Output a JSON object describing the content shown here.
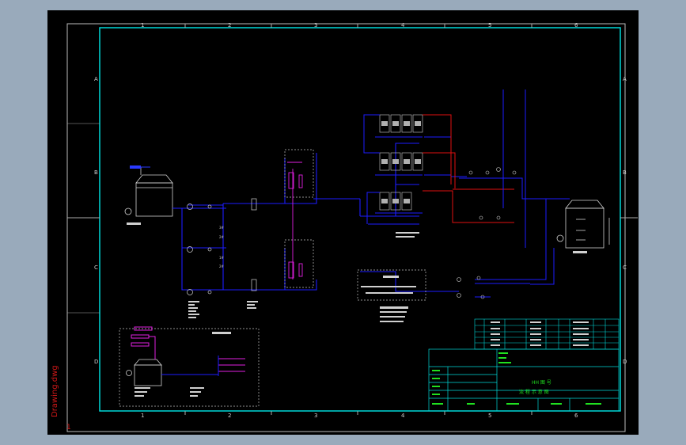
{
  "drawing": {
    "filename": "Drawing.dwg",
    "page_number": "1",
    "grid_columns": [
      "1",
      "2",
      "3",
      "4",
      "5",
      "6"
    ],
    "grid_rows": [
      "A",
      "B",
      "C",
      "D"
    ]
  },
  "title_block": {
    "line1": "HH 图 号",
    "line2": "流 程 示 意 图"
  },
  "colors": {
    "frame": "#00d8d8",
    "pipe_blue": "#1c1cff",
    "pipe_red": "#e01010",
    "pipe_magenta": "#e020e0",
    "text_green": "#20e020",
    "dashed": "#d0d0d0",
    "watermark": "#d01818"
  }
}
